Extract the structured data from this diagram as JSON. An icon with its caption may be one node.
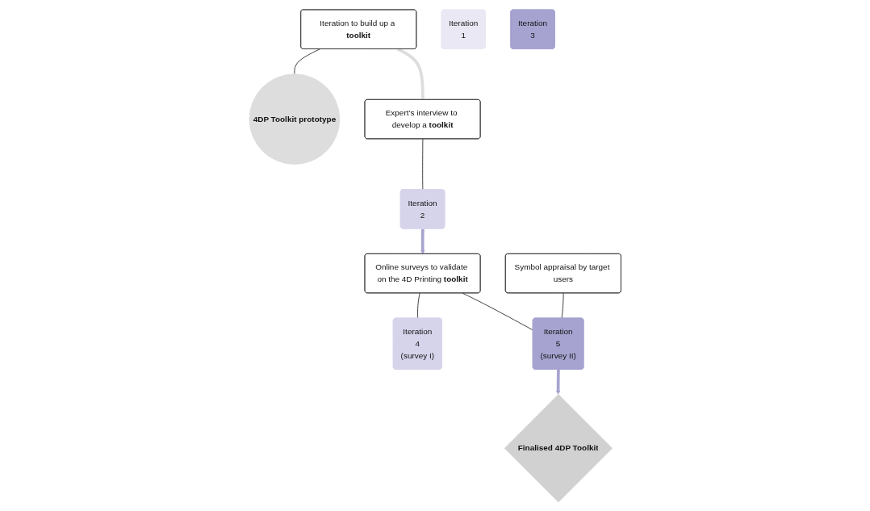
{
  "diagram": {
    "nodes": [
      {
        "text": [
          "Iteration to build up a **toolkit**"
        ]
      },
      {
        "text": [
          "4DP Toolkit prototype"
        ]
      },
      {
        "text": [
          "Expert’s interview to develop a **toolkit**"
        ]
      },
      {
        "text": [
          "Iteration",
          "1"
        ]
      },
      {
        "text": [
          "Iteration",
          "2"
        ]
      },
      {
        "text": [
          "Iteration",
          "3"
        ]
      },
      {
        "text": [
          "Online surveys to validate on the 4D Printing **toolkit**"
        ]
      },
      {
        "text": [
          "Iteration",
          "4",
          "(survey I)"
        ]
      },
      {
        "text": [
          "Iteration",
          "5",
          "(survey II)"
        ]
      },
      {
        "text": [
          "Symbol appraisal by target users"
        ]
      },
      {
        "text": [
          "Finalised 4DP Toolkit"
        ]
      }
    ],
    "edges": [
      {
        "from": 0,
        "to": 1,
        "arrow": "none"
      },
      {
        "from": 0,
        "to": 2,
        "arrow": "to",
        "style": "thick",
        "color": "#dcdedc"
      },
      {
        "from": 2,
        "to": 4,
        "arrow": "none"
      },
      {
        "from": 4,
        "to": 6,
        "arrow": "to",
        "style": "thick",
        "color": "#a8a4d0"
      },
      {
        "from": 6,
        "to": 7,
        "arrow": "none"
      },
      {
        "from": 6,
        "to": 8,
        "arrow": "none"
      },
      {
        "from": 9,
        "to": 8,
        "arrow": "none"
      },
      {
        "from": 8,
        "to": 10,
        "arrow": "to",
        "style": "thick",
        "color": "#a8a4d0"
      }
    ]
  }
}
